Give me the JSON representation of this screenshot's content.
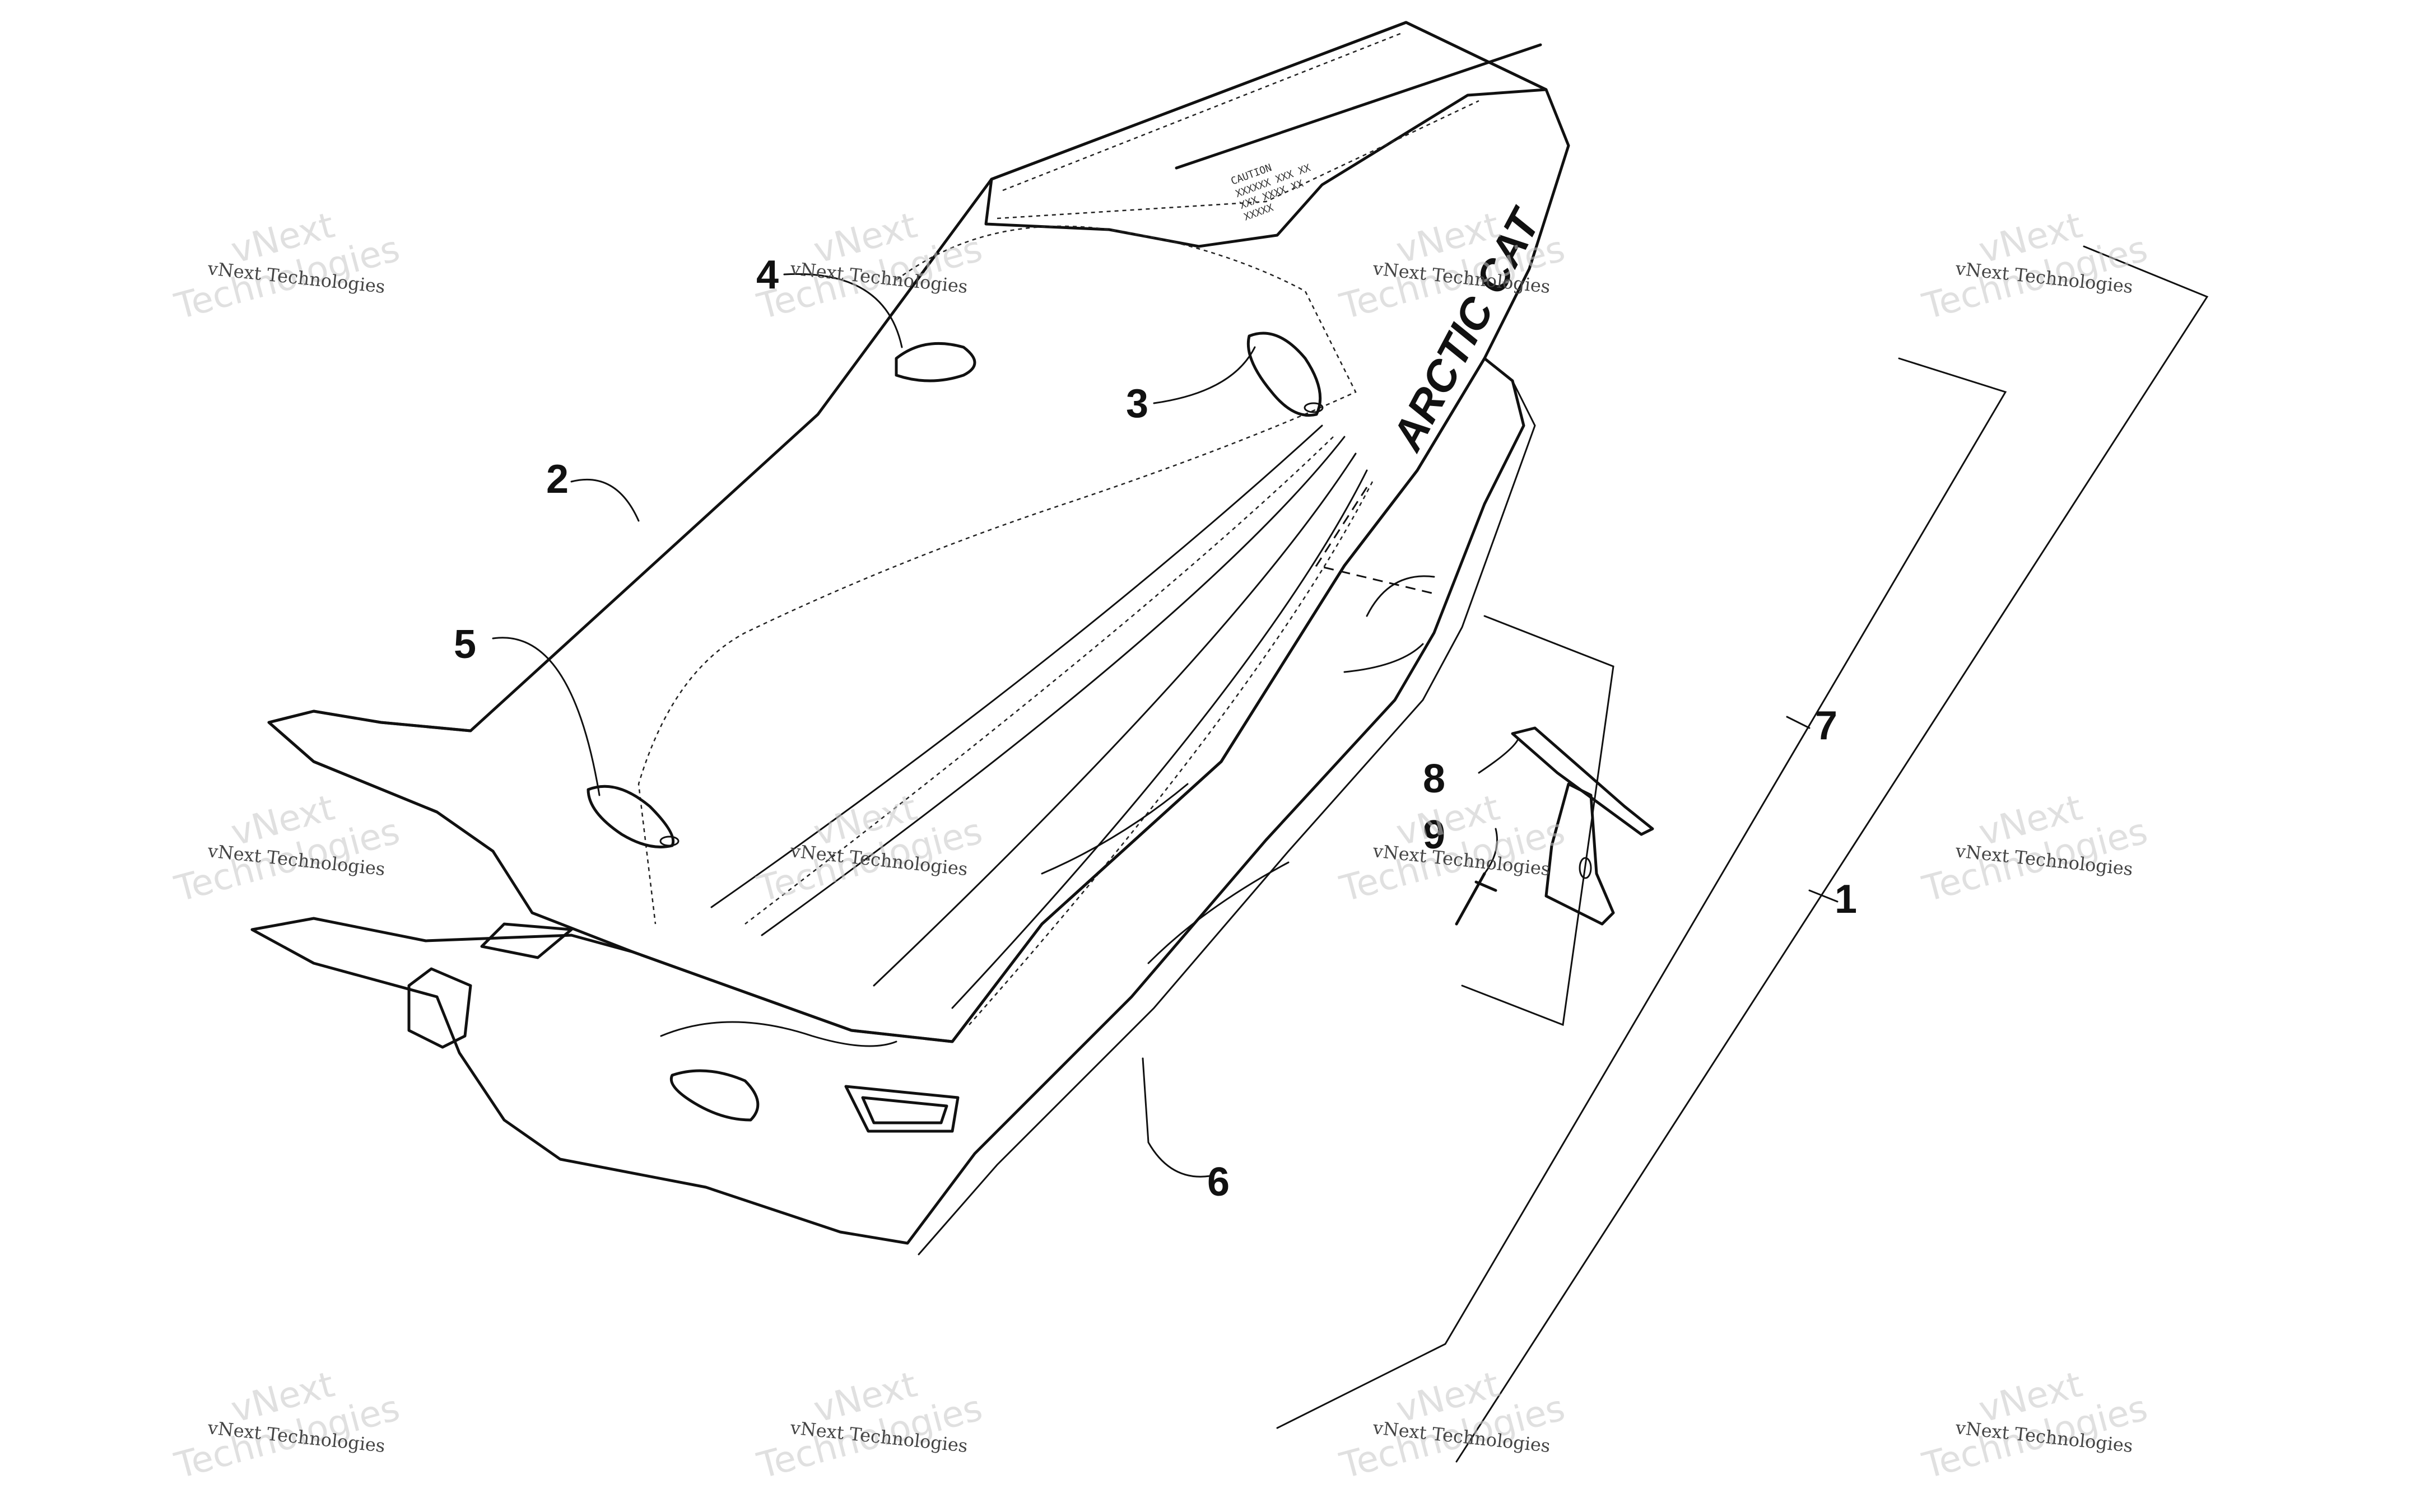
{
  "brand_logo": "ARCTIC CAT",
  "decal": {
    "title": "CAUTION",
    "lines": [
      "XXXXXX XXX XX",
      "XXX XXXX XX",
      "XXXXX"
    ]
  },
  "callouts": [
    "1",
    "2",
    "3",
    "4",
    "5",
    "6",
    "7",
    "8",
    "9"
  ],
  "watermark": {
    "small": "vNext Technologies",
    "big_line1": "vNext",
    "big_line2": "Technologies"
  }
}
